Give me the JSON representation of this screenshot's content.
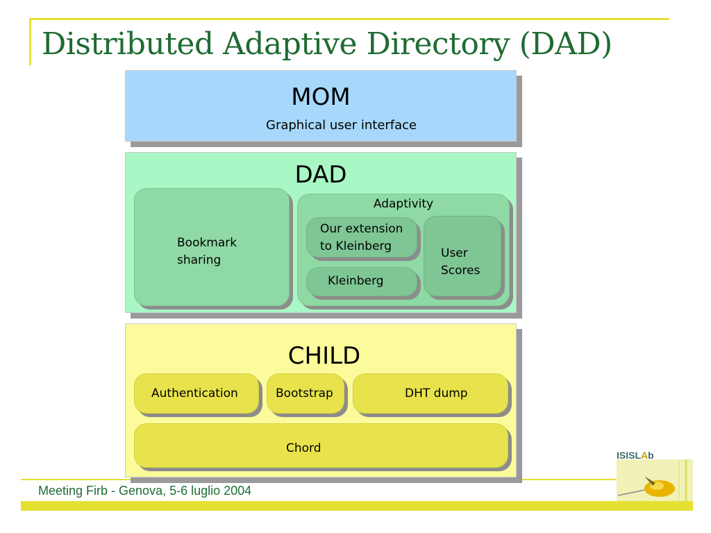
{
  "slide": {
    "title": "Distributed Adaptive Directory (DAD)",
    "footer": "Meeting Firb - Genova, 5-6 luglio 2004"
  },
  "mom": {
    "title": "MOM",
    "subtitle": "Graphical user interface"
  },
  "dad": {
    "title": "DAD",
    "bookmark": [
      "Bookmark",
      "sharing"
    ],
    "adaptivity": {
      "label": "Adaptivity",
      "our_extension": [
        "Our extension",
        "to Kleinberg"
      ],
      "kleinberg": "Kleinberg",
      "user_scores": [
        "User",
        "Scores"
      ]
    }
  },
  "child": {
    "title": "CHILD",
    "authentication": "Authentication",
    "bootstrap": "Bootstrap",
    "dht_dump": "DHT dump",
    "chord": "Chord"
  },
  "logo": {
    "text": "ISISLAb"
  },
  "colors": {
    "title_green": "#1f6b33",
    "mom_blue": "#a7d8fb",
    "dad_green": "#a8f7c4",
    "dad_box": "#8fd9a4",
    "child_yellow": "#fbfb9c",
    "child_box": "#e8e34c",
    "accent_yellow": "#e6e033"
  }
}
